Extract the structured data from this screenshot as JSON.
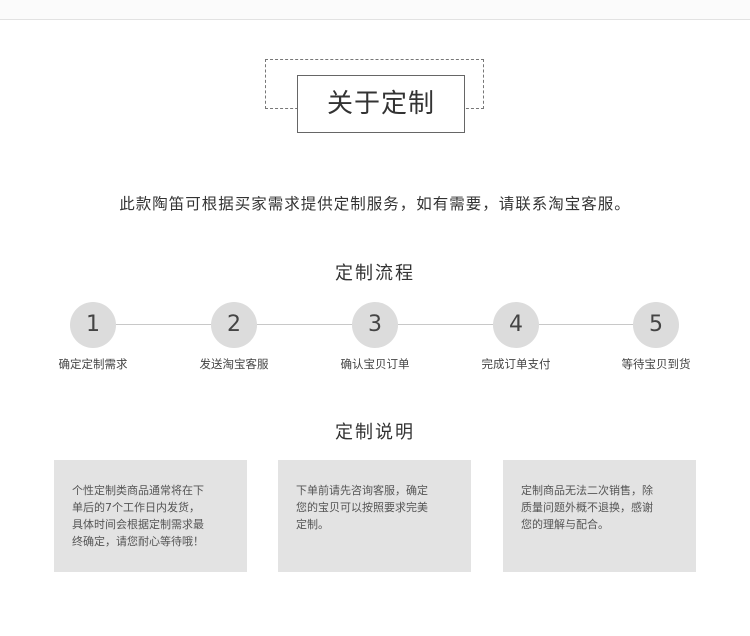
{
  "heading": "关于定制",
  "intro": "此款陶笛可根据买家需求提供定制服务，如有需要，请联系淘宝客服。",
  "process": {
    "title": "定制流程",
    "steps": [
      {
        "num": "1",
        "label": "确定定制需求"
      },
      {
        "num": "2",
        "label": "发送淘宝客服"
      },
      {
        "num": "3",
        "label": "确认宝贝订单"
      },
      {
        "num": "4",
        "label": "完成订单支付"
      },
      {
        "num": "5",
        "label": "等待宝贝到货"
      }
    ]
  },
  "notes": {
    "title": "定制说明",
    "items": [
      {
        "lines": [
          "个性定制类商品通常将在下",
          "单后的7个工作日内发货，",
          "具体时间会根据定制需求最",
          "终确定，请您耐心等待哦！"
        ]
      },
      {
        "lines": [
          "下单前请先咨询客服，确定",
          "您的宝贝可以按照要求完美",
          "定制。"
        ]
      },
      {
        "lines": [
          "定制商品无法二次销售，除",
          "质量问题外概不退换，感谢",
          "您的理解与配合。"
        ]
      }
    ]
  }
}
